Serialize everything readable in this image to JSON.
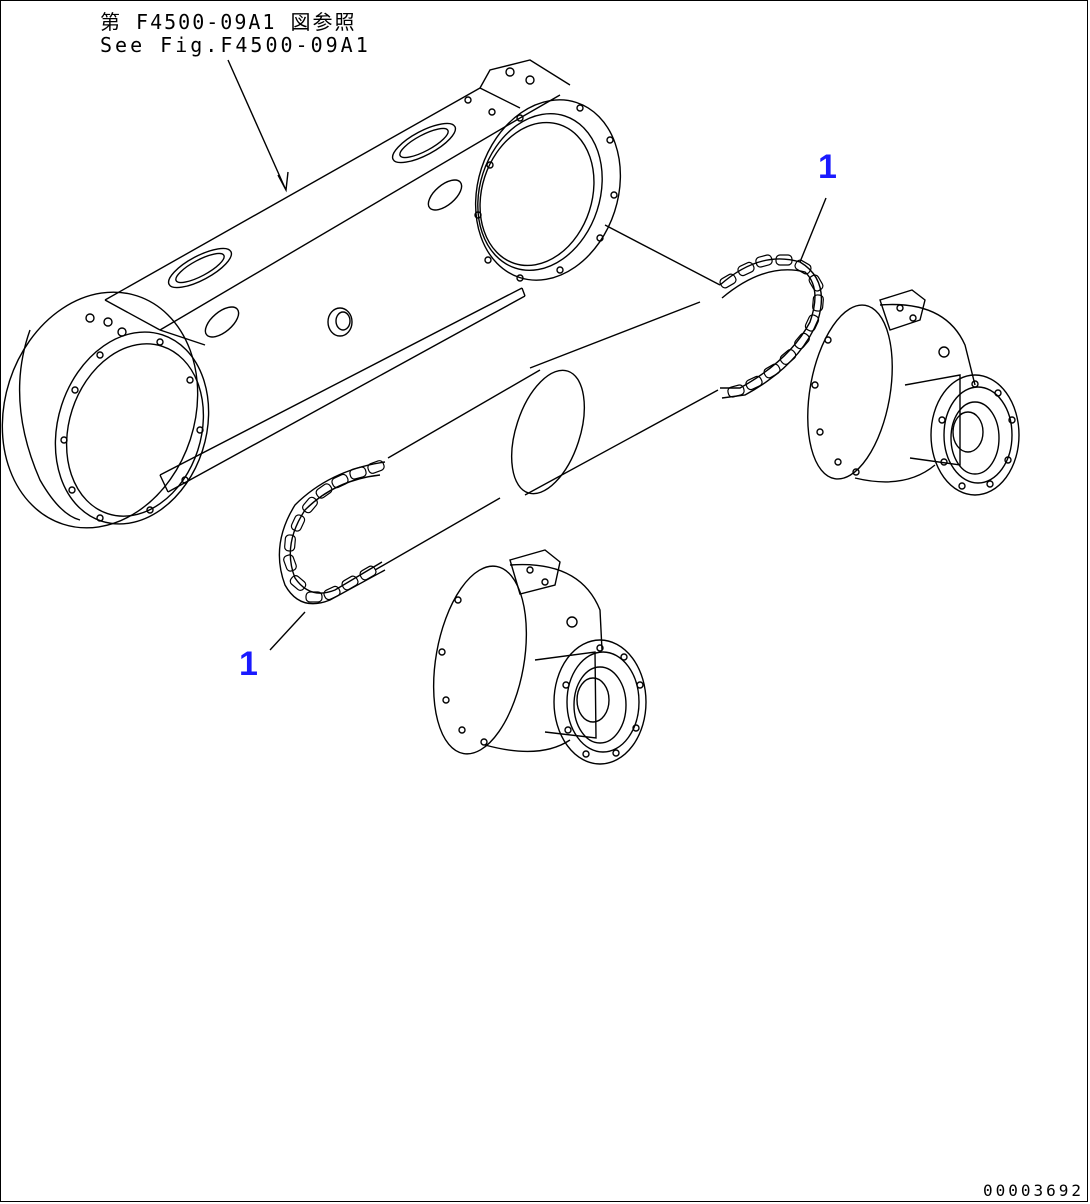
{
  "reference": {
    "japanese": "第 F4500-09A1 図参照",
    "english": "See Fig.F4500-09A1"
  },
  "callouts": [
    {
      "label": "1",
      "part": "chain"
    },
    {
      "label": "1",
      "part": "chain"
    }
  ],
  "figure_number": "00003692",
  "icons": [
    "leader-arrow",
    "chain-icon",
    "final-drive-housing-icon",
    "chain-case-icon"
  ]
}
